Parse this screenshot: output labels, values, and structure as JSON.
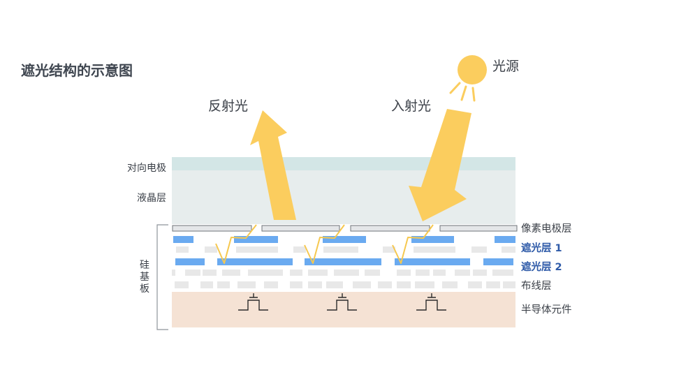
{
  "title": "遮光结构的示意图",
  "labels": {
    "light_source": "光源",
    "incident_light": "入射光",
    "reflected_light": "反射光",
    "counter_electrode": "对向电极",
    "liquid_crystal": "液晶层",
    "silicon_substrate": "硅基板",
    "pixel_electrode": "像素电极层",
    "shield_1": "遮光层 1",
    "shield_2": "遮光层 2",
    "wiring": "布线层",
    "semiconductor": "半导体元件"
  },
  "colors": {
    "title": "#3f4650",
    "text": "#3a3f47",
    "highlight_text": "#2e5aa8",
    "sun": "#fbcd5e",
    "arrow": "#fbcd5e",
    "counter_electrode": "#d3e6e6",
    "liquid_crystal": "#e7eded",
    "pixel_electrode": "#e4e6e8",
    "shield": "#6aaaf0",
    "wiring": "#e8e8e8",
    "semiconductor": "#f5e2d4",
    "zigzag": "#f6c84f"
  },
  "icons": {
    "light_source": "sun-icon",
    "transistor": "transistor-symbol-icon"
  }
}
